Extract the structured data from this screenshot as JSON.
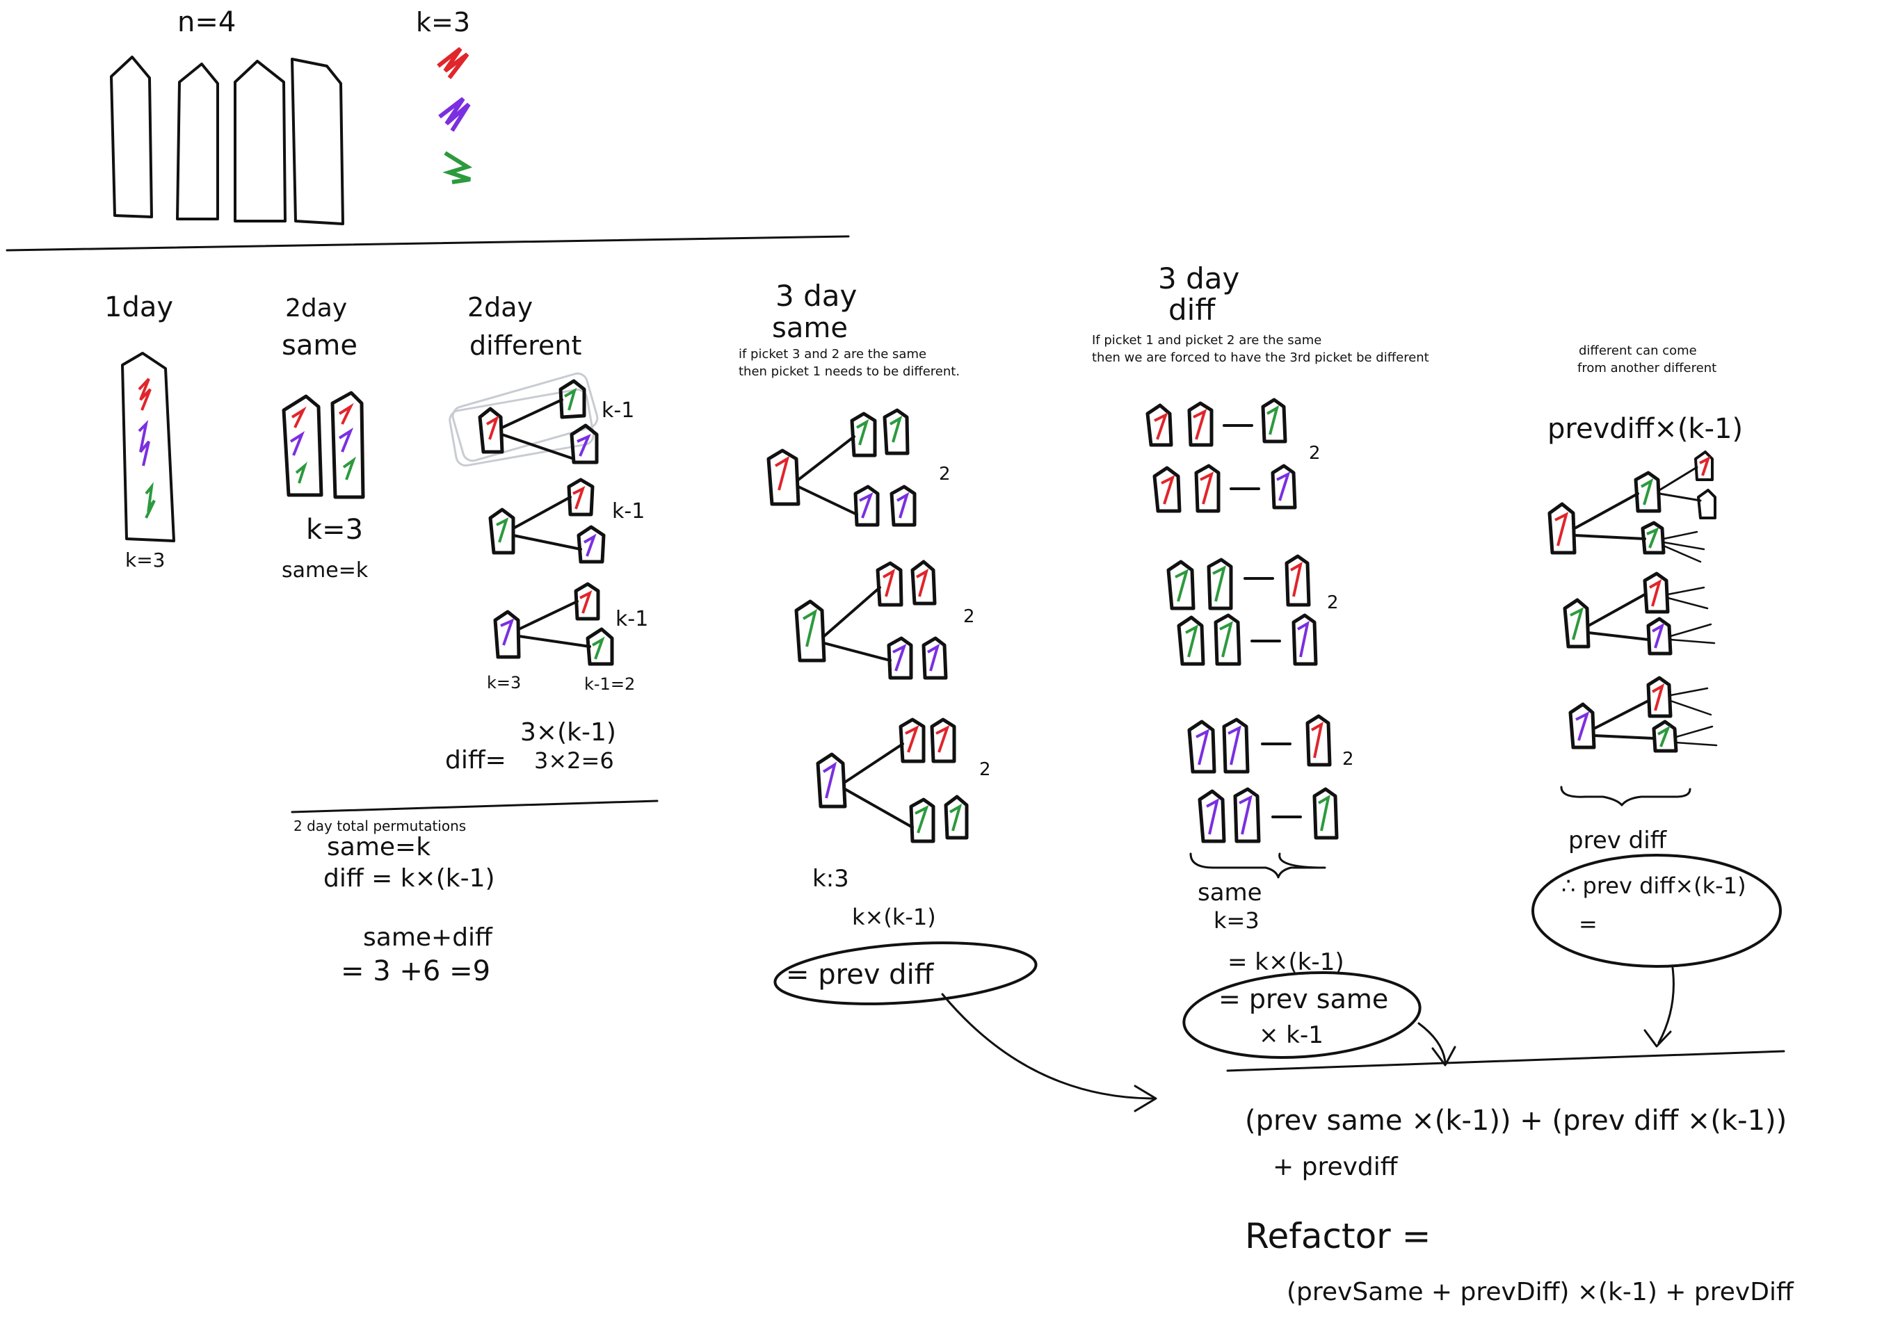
{
  "colors": {
    "ink": "#111111",
    "red": "#e0252b",
    "purple": "#7b2fe0",
    "green": "#2c9a3d",
    "ghost": "#c8ccd2"
  },
  "header": {
    "n_label": "n=4",
    "k_label": "k=3"
  },
  "day1": {
    "title": "1day",
    "k_label": "k=3"
  },
  "day2_same": {
    "title_line1": "2day",
    "title_line2": "same",
    "k_label": "k=3",
    "formula": "same=k"
  },
  "day2_diff": {
    "title_line1": "2day",
    "title_line2": "different",
    "row_label": "k-1",
    "bottom_left": "k=3",
    "bottom_right": "k-1=2",
    "diff_prefix": "diff=",
    "diff_line1": "3×(k-1)",
    "diff_line2": "3×2=6"
  },
  "totals": {
    "caption": "2 day total permutations",
    "same_line": "same=k",
    "diff_line": "diff = k×(k-1)",
    "sum_line": "same+diff",
    "result_line": "= 3 +6 =9"
  },
  "day3_same": {
    "title_line1": "3 day",
    "title_line2": "same",
    "note_line1": "if picket 3 and 2 are the same",
    "note_line2": "then picket 1 needs to be different.",
    "count": "2",
    "k_label": "k:3",
    "formula": "k×(k-1)",
    "result": "= prev diff"
  },
  "day3_diff": {
    "title_line1": "3 day",
    "title_line2": "diff",
    "note_line1": "If picket 1 and picket 2 are the same",
    "note_line2": "then we are forced to have the 3rd picket be different",
    "count": "2",
    "brace_label": "same",
    "k_label": "k=3",
    "formula": "= k×(k-1)",
    "result_line1": "= prev same",
    "result_line2": "× k-1"
  },
  "diff_from_diff": {
    "note_line1": "different can come",
    "note_line2": "from another different",
    "title": "prevdiff×(k-1)",
    "brace_label": "prev diff",
    "result": "∴ prev diff×(k-1)",
    "result_line2": "="
  },
  "final": {
    "line1": "(prev same ×(k-1)) + (prev diff ×(k-1))",
    "line2": "+ prevdiff",
    "refactor_label": "Refactor =",
    "refactor_right": "(prevSame + prevDiff) ×(k-1) + prevDiff"
  }
}
